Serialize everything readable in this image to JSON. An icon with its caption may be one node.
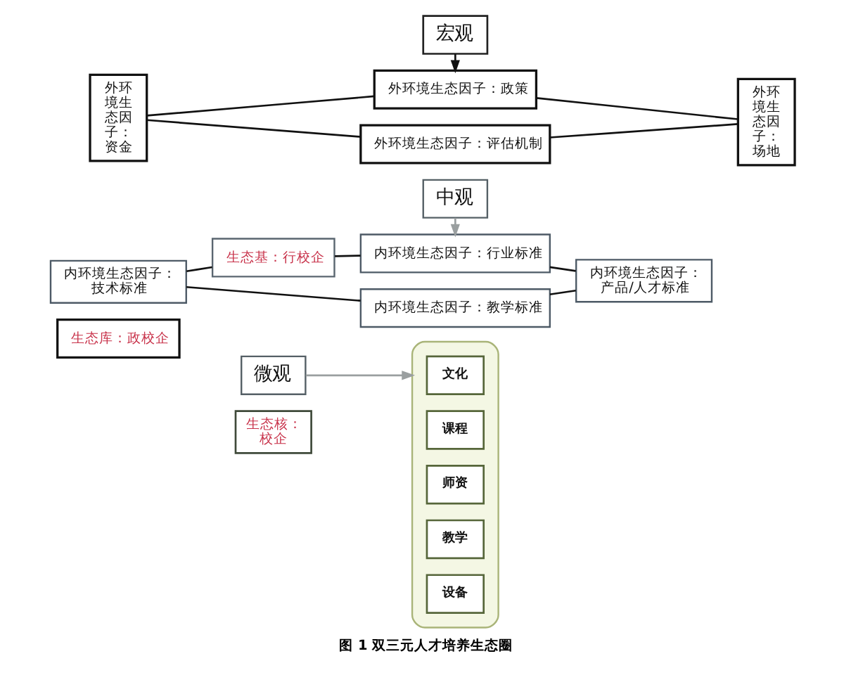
{
  "diagram": {
    "caption": "图 1 双三元人才培养生态圈",
    "nodes": [
      {
        "text": [
          "外环境生态因子：政策"
        ]
      },
      {
        "text": [
          "宏观"
        ]
      },
      {
        "text": [
          "内环境生态因子：行业标准"
        ]
      },
      {
        "text": [
          "中观"
        ]
      },
      {
        "text": [
          "生态基：行校企"
        ]
      },
      {
        "text": [
          "微观"
        ]
      },
      {
        "text": [
          "外环境生态因子：资金"
        ]
      },
      {
        "text": [
          "外环境生态因子：场地"
        ]
      },
      {
        "text": [
          "内环境生态因子：技术标准"
        ]
      },
      {
        "text": [],
        "shape": "ellipse"
      },
      {
        "text": [
          "文化"
        ],
        "in": 9
      },
      {
        "text": [
          "课程"
        ],
        "in": 9
      },
      {
        "text": [
          "生态核：校企"
        ]
      },
      {
        "text": [
          "师资"
        ],
        "in": 9
      },
      {
        "text": [
          "教学"
        ],
        "in": 9
      },
      {
        "text": [
          "设备"
        ],
        "in": 9
      },
      {
        "text": [
          "内环境生态因子：产品/人才标准"
        ]
      },
      {
        "text": [
          "生态库：政校企"
        ]
      },
      {
        "text": [
          "内环境生态因子：教学标准"
        ]
      },
      {
        "text": [
          "外环境生态因子：评估机制"
        ]
      }
    ],
    "edges": [
      {
        "from": 6,
        "to": 0,
        "arrow": "none"
      },
      {
        "from": 0,
        "to": 7,
        "arrow": "none"
      },
      {
        "from": 6,
        "to": 19,
        "arrow": "none"
      },
      {
        "from": 19,
        "to": 7,
        "arrow": "none"
      },
      {
        "from": 8,
        "to": 4,
        "arrow": "none"
      },
      {
        "from": 4,
        "to": 2,
        "arrow": "none"
      },
      {
        "from": 8,
        "to": 18,
        "arrow": "none"
      },
      {
        "from": 2,
        "to": 16,
        "arrow": "none"
      },
      {
        "from": 18,
        "to": 16,
        "arrow": "none"
      },
      {
        "from": 1,
        "to": 0,
        "arrow": "to"
      },
      {
        "from": 3,
        "to": 2,
        "arrow": "to",
        "color": "#9a9fa0"
      },
      {
        "from": 5,
        "to": 9,
        "arrow": "to",
        "color": "#9a9fa0"
      }
    ]
  }
}
